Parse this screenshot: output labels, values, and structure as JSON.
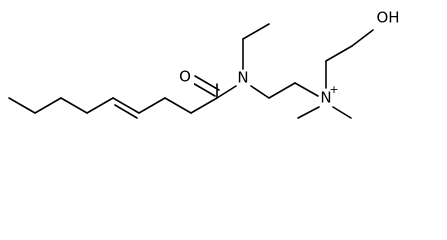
{
  "molecule": {
    "atoms": {
      "carbonyl_oxygen": "O",
      "amide_nitrogen": "N",
      "ammonium_nitrogen": "N",
      "ammonium_charge": "+",
      "hydroxyl": "OH"
    },
    "colors": {
      "bond": "#000000",
      "label": "#000000",
      "background": "#ffffff"
    }
  }
}
